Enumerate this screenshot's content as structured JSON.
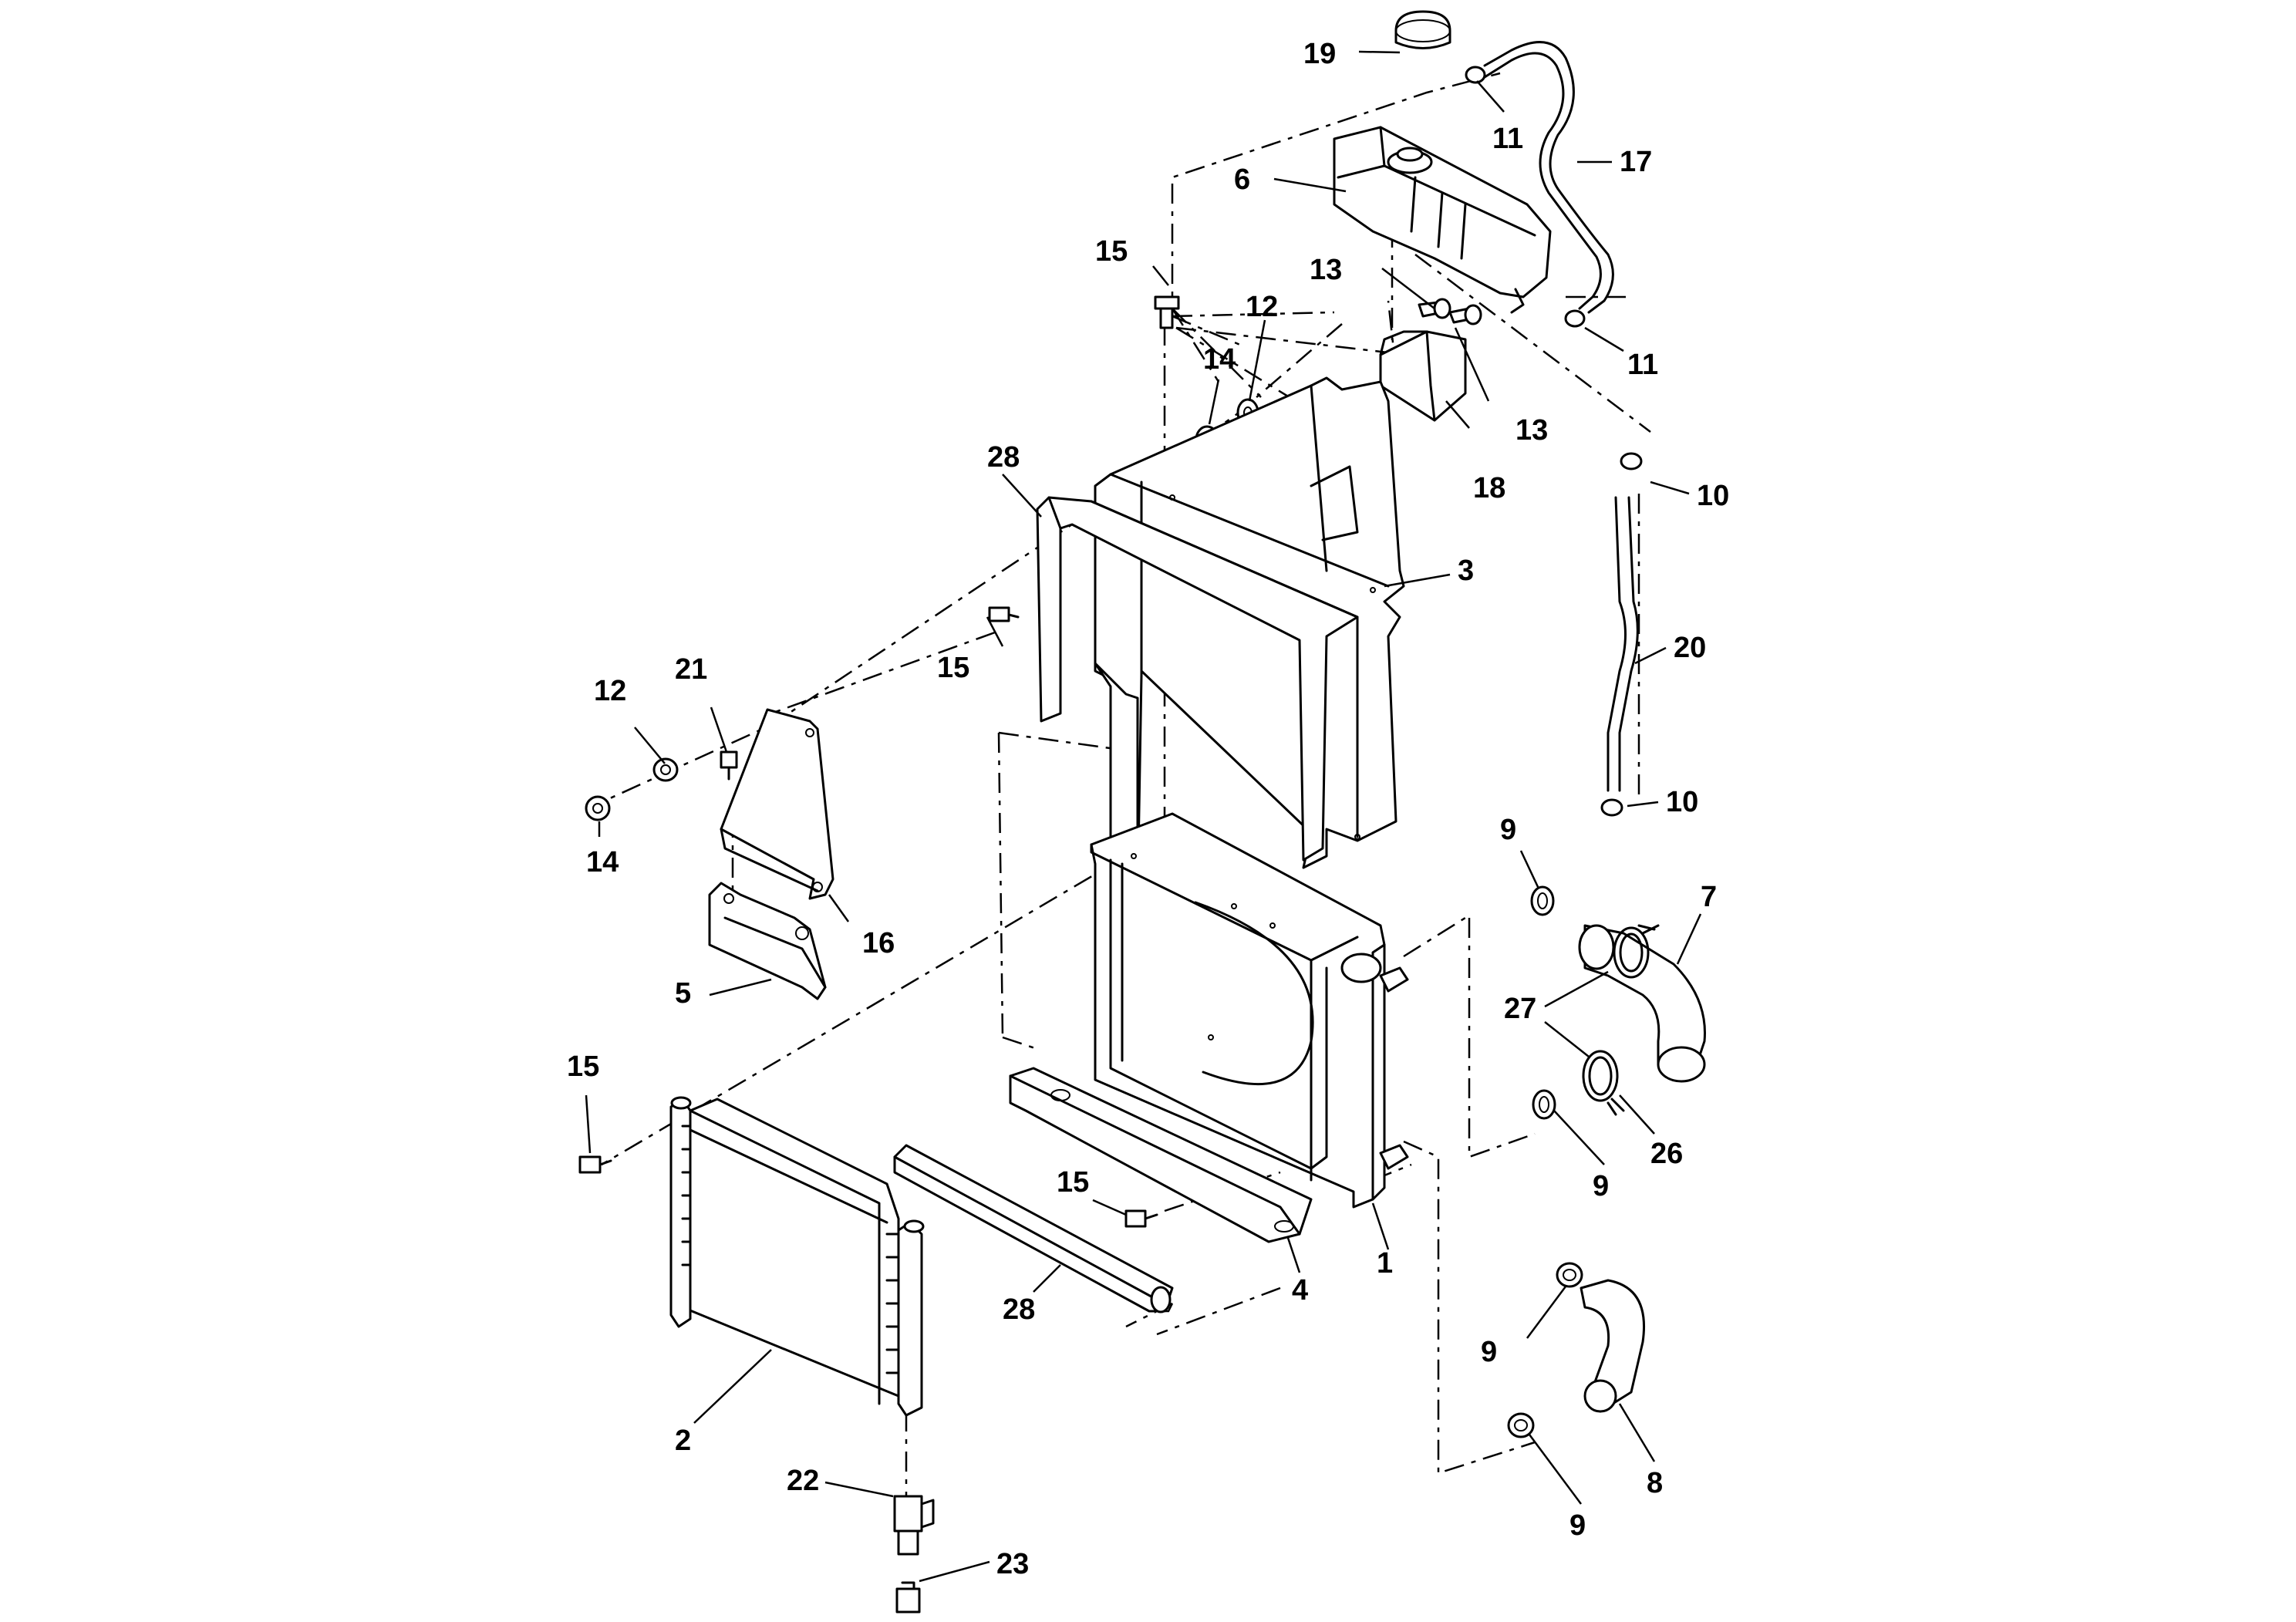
{
  "callouts": {
    "c1": "1",
    "c2": "2",
    "c3": "3",
    "c4": "4",
    "c5": "5",
    "c6": "6",
    "c7": "7",
    "c8": "8",
    "c9a": "9",
    "c9b": "9",
    "c9c": "9",
    "c9d": "9",
    "c10a": "10",
    "c10b": "10",
    "c11a": "11",
    "c11b": "11",
    "c12a": "12",
    "c12b": "12",
    "c13a": "13",
    "c13b": "13",
    "c14a": "14",
    "c14b": "14",
    "c15a": "15",
    "c15b": "15",
    "c15c": "15",
    "c15d": "15",
    "c16": "16",
    "c17": "17",
    "c18": "18",
    "c19": "19",
    "c20": "20",
    "c21": "21",
    "c22": "22",
    "c23": "23",
    "c26": "26",
    "c27": "27",
    "c28a": "28",
    "c28b": "28"
  }
}
